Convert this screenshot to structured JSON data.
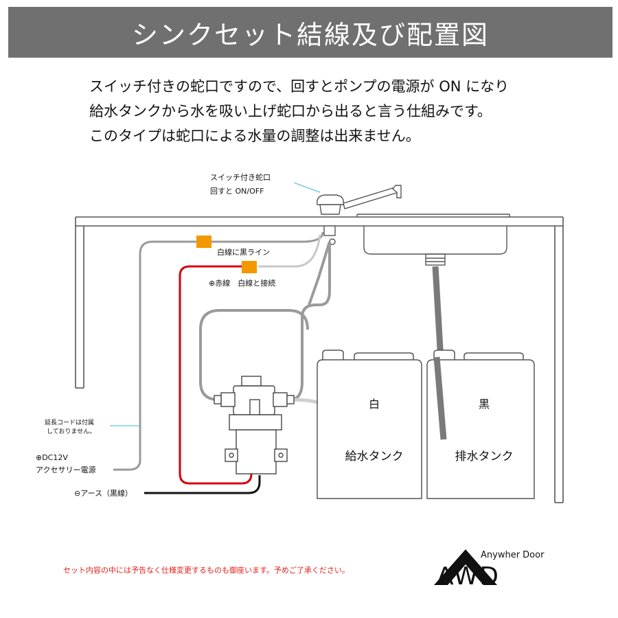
{
  "header": {
    "title": "シンクセット結線及び配置図",
    "bar_color": "#707070"
  },
  "description": {
    "lines": [
      "スイッチ付きの蛇口ですので、回すとポンプの電源が ON になり",
      "給水タンクから水を吸い上げ蛇口から出ると言う仕組みです。",
      "このタイプは蛇口による水量の調整は出来ません。"
    ]
  },
  "diagram": {
    "faucet_label_1": "スイッチ付き蛇口",
    "faucet_label_2": "回すと ON/OFF",
    "white_wire_label": "白線に黒ライン",
    "red_wire_label": "⊕赤線　白線と接続",
    "ext_cord_label_1": "延長コードは付属",
    "ext_cord_label_2": "しておりません。",
    "dc_label_1": "⊕DC12V",
    "dc_label_2": "アクセサリー電源",
    "earth_label": "⊖アース（黒線）",
    "tank_white_color_label": "白",
    "tank_white_name": "給水タンク",
    "tank_black_color_label": "黒",
    "tank_black_name": "排水タンク",
    "connector_color": "#f39800",
    "red_wire_color": "#d7000f",
    "callout_color": "#5fc5e0"
  },
  "footer": {
    "note": "セット内容の中には予告なく仕様変更するものも御座います。予めご了承ください。",
    "note_color": "#e0201a"
  },
  "logo": {
    "tagline": "Anywher Door",
    "text": "AWD"
  }
}
